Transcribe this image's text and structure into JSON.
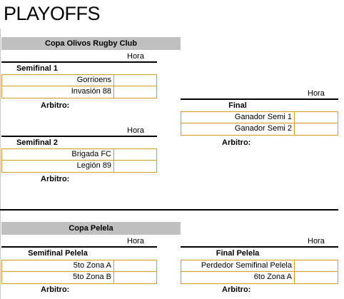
{
  "page": {
    "title": "PLAYOFFS"
  },
  "sections": [
    {
      "name": "Copa Olivos Rugby Club",
      "semifinal1": {
        "hora": "Hora",
        "title": "Semifinal 1",
        "teams": [
          "Gorrioens",
          "Invasión 88"
        ],
        "arbitro": "Arbitro:"
      },
      "semifinal2": {
        "hora": "Hora",
        "title": "Semifinal 2",
        "teams": [
          "Brigada FC",
          "Legión 89"
        ],
        "arbitro": "Arbitro:"
      },
      "final": {
        "hora": "Hora",
        "title": "Final",
        "teams": [
          "Ganador Semi 1",
          "Ganador Semi 2"
        ],
        "arbitro": "Arbitro:"
      }
    },
    {
      "name": "Copa Pelela",
      "semifinal": {
        "hora": "Hora",
        "title": "Semifinal Pelela",
        "teams": [
          "5to Zona A",
          "5to Zona B"
        ],
        "arbitro": "Arbitro:"
      },
      "final": {
        "hora": "Hora",
        "title": "Final Pelela",
        "teams": [
          "Perdedor Semifinal Pelela",
          "6to Zona A"
        ],
        "arbitro": "Arbitro:"
      }
    }
  ],
  "colors": {
    "header_bg": "#c0c0c0",
    "cell_border": "#d4a017",
    "rule": "#000000"
  }
}
